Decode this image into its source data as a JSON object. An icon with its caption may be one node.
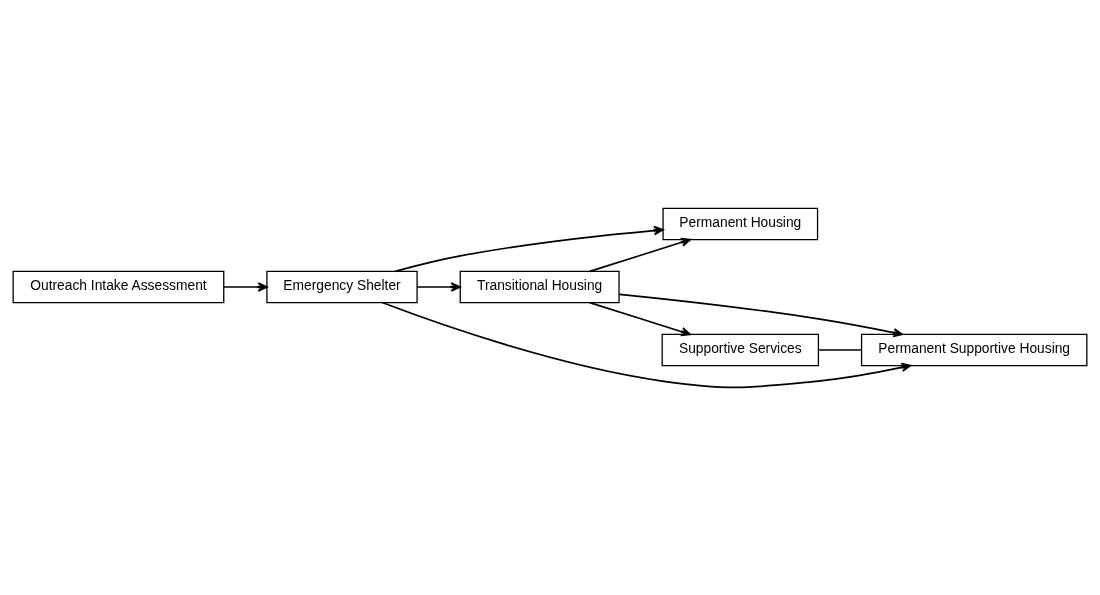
{
  "diagram": {
    "nodes": [
      {
        "text": [
          "Outreach Intake Assessment"
        ]
      },
      {
        "text": [
          "Emergency Shelter"
        ]
      },
      {
        "text": [
          "Transitional Housing"
        ]
      },
      {
        "text": [
          "Permanent Housing"
        ]
      },
      {
        "text": [
          "Permanent Supportive Housing"
        ]
      },
      {
        "text": [
          "Supportive Services"
        ]
      }
    ],
    "edges": [
      {
        "from": 0,
        "to": 1,
        "arrow": "to"
      },
      {
        "from": 1,
        "to": 2,
        "arrow": "to"
      },
      {
        "from": 2,
        "to": 3,
        "arrow": "to"
      },
      {
        "from": 2,
        "to": 4,
        "arrow": "to"
      },
      {
        "from": 1,
        "to": 3,
        "arrow": "to"
      },
      {
        "from": 1,
        "to": 4,
        "arrow": "to"
      },
      {
        "from": 2,
        "to": 5,
        "arrow": "to"
      },
      {
        "from": 5,
        "to": 4,
        "arrow": "none"
      }
    ]
  }
}
